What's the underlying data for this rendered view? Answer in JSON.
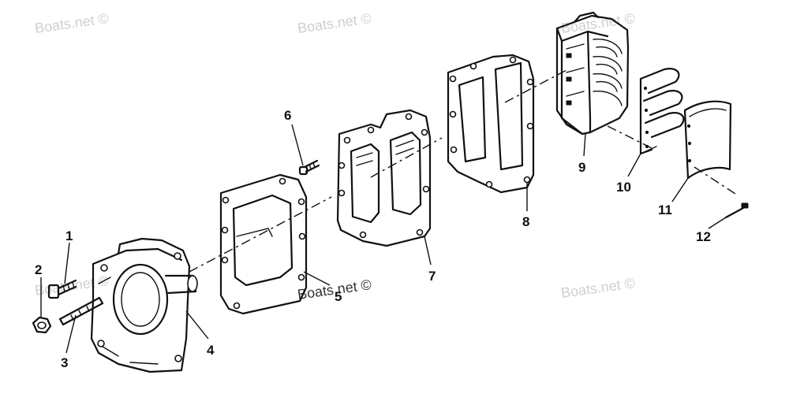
{
  "watermark": "Boats.net ©",
  "callouts": [
    "1",
    "2",
    "3",
    "4",
    "5",
    "6",
    "7",
    "8",
    "9",
    "10",
    "11",
    "12"
  ]
}
